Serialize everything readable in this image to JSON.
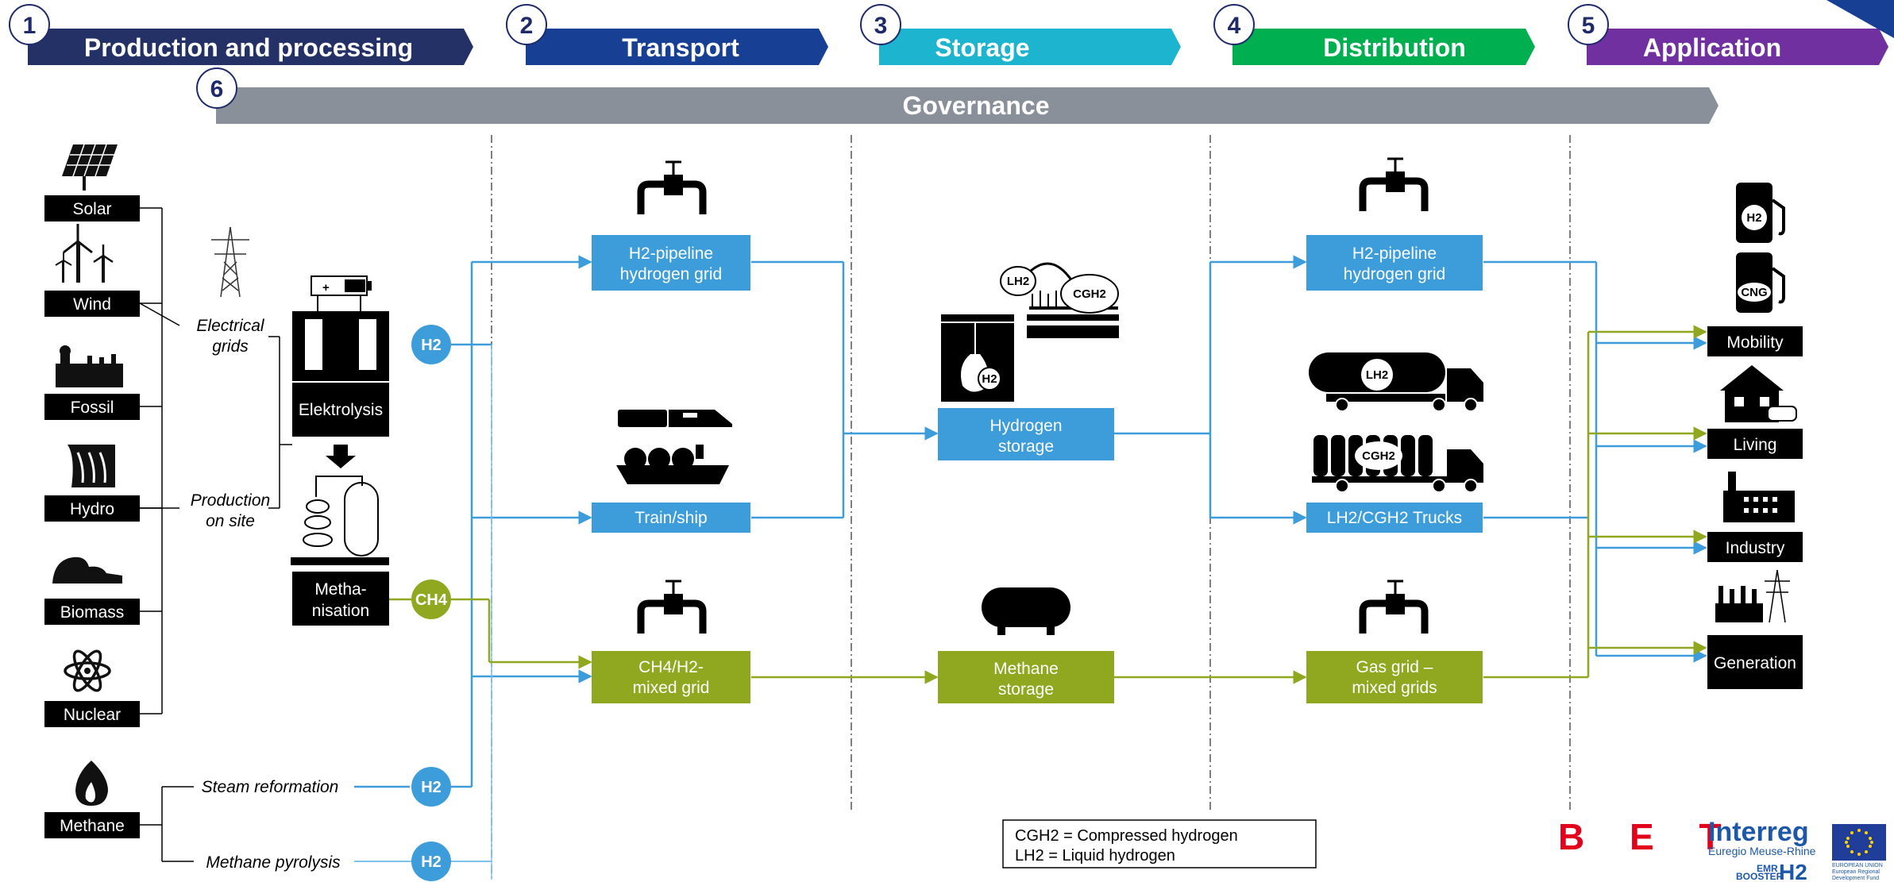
{
  "stages": [
    {
      "num": "1",
      "label": "Production and processing",
      "color": "#243166"
    },
    {
      "num": "2",
      "label": "Transport",
      "color": "#173f94"
    },
    {
      "num": "3",
      "label": "Storage",
      "color": "#1db4d0"
    },
    {
      "num": "4",
      "label": "Distribution",
      "color": "#00b050"
    },
    {
      "num": "5",
      "label": "Application",
      "color": "#7030a0"
    }
  ],
  "governance": {
    "num": "6",
    "label": "Governance",
    "color": "#8a9099"
  },
  "sources": [
    "Solar",
    "Wind",
    "Fossil",
    "Hydro",
    "Biomass",
    "Nuclear"
  ],
  "methane_source": "Methane",
  "paths": {
    "electrical_grids": [
      "Electrical",
      "grids"
    ],
    "production_on_site": [
      "Production",
      "on site"
    ],
    "steam_reformation": "Steam reformation",
    "methane_pyrolysis": "Methane pyrolysis"
  },
  "processes": {
    "elektrolysis": "Elektrolysis",
    "methanisation": [
      "Metha-",
      "nisation"
    ]
  },
  "molecules": {
    "h2": "H2",
    "ch4": "CH4",
    "lh2": "LH2",
    "cgh2": "CGH2",
    "cng": "CNG"
  },
  "transport": {
    "pipeline": [
      "H2-pipeline",
      "hydrogen grid"
    ],
    "train_ship": "Train/ship",
    "mixed_grid": [
      "CH4/H2-",
      "mixed grid"
    ]
  },
  "storage": {
    "hydrogen": [
      "Hydrogen",
      "storage"
    ],
    "methane": [
      "Methane",
      "storage"
    ]
  },
  "distribution": {
    "pipeline": [
      "H2-pipeline",
      "hydrogen grid"
    ],
    "trucks": "LH2/CGH2 Trucks",
    "gas_grid": [
      "Gas grid –",
      "mixed grids"
    ]
  },
  "applications": [
    "Mobility",
    "Living",
    "Industry",
    "Generation"
  ],
  "legend": [
    "CGH2 = Compressed hydrogen",
    "LH2 = Liquid hydrogen"
  ],
  "logos": {
    "bet": "B E T",
    "interreg": "Interreg",
    "interreg_sub": "Euregio Meuse-Rhine",
    "emr": "EMR",
    "booster": "BOOSTER",
    "h2": "H2",
    "eu": [
      "EUROPEAN UNION",
      "European Regional",
      "Development Fund"
    ]
  },
  "colors": {
    "blue_box": "#3d9ddb",
    "green_box": "#8fa820",
    "black_box": "#000000",
    "h2_line": "#3d9ddb",
    "ch4_line": "#8fa820"
  }
}
